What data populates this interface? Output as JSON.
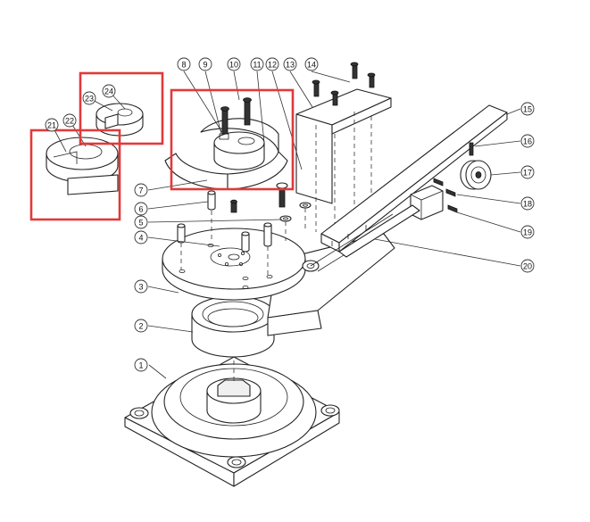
{
  "colors": {
    "highlight": "#e03a3a",
    "line": "#222222"
  },
  "callouts": [
    {
      "label": "1"
    },
    {
      "label": "2"
    },
    {
      "label": "3"
    },
    {
      "label": "4"
    },
    {
      "label": "5"
    },
    {
      "label": "6"
    },
    {
      "label": "7"
    },
    {
      "label": "8"
    },
    {
      "label": "9"
    },
    {
      "label": "10"
    },
    {
      "label": "11"
    },
    {
      "label": "12"
    },
    {
      "label": "13"
    },
    {
      "label": "14"
    },
    {
      "label": "15"
    },
    {
      "label": "16"
    },
    {
      "label": "17"
    },
    {
      "label": "18"
    },
    {
      "label": "19"
    },
    {
      "label": "20"
    },
    {
      "label": "21"
    },
    {
      "label": "22"
    },
    {
      "label": "23"
    },
    {
      "label": "24"
    }
  ]
}
